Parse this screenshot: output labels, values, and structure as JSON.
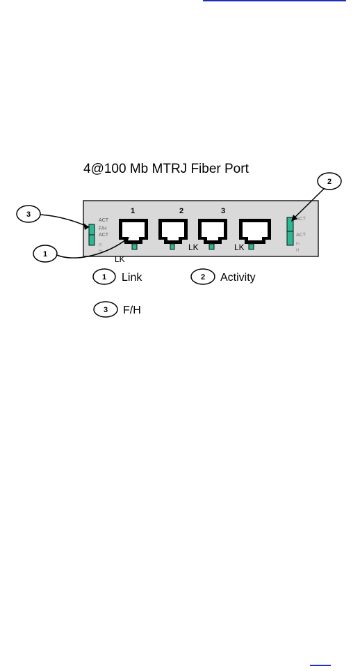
{
  "title": "4@100 Mb MTRJ Fiber Port",
  "port_numbers": [
    "1",
    "2",
    "3"
  ],
  "led_labels_left": [
    "ACT",
    "F/H",
    "ACT",
    "F/",
    "H"
  ],
  "led_labels_right": [
    "ACT",
    "ACT",
    "F/",
    "H"
  ],
  "lk_labels": [
    "LK",
    "LK",
    "LK"
  ],
  "callouts": [
    "3",
    "1",
    "2"
  ],
  "legend": [
    {
      "num": "1",
      "text": "Link"
    },
    {
      "num": "2",
      "text": "Activity"
    },
    {
      "num": "3",
      "text": "F/H"
    }
  ],
  "colors": {
    "panel": "#d9d9d9",
    "led": "#2bb893",
    "link": "#1f2fb8"
  }
}
